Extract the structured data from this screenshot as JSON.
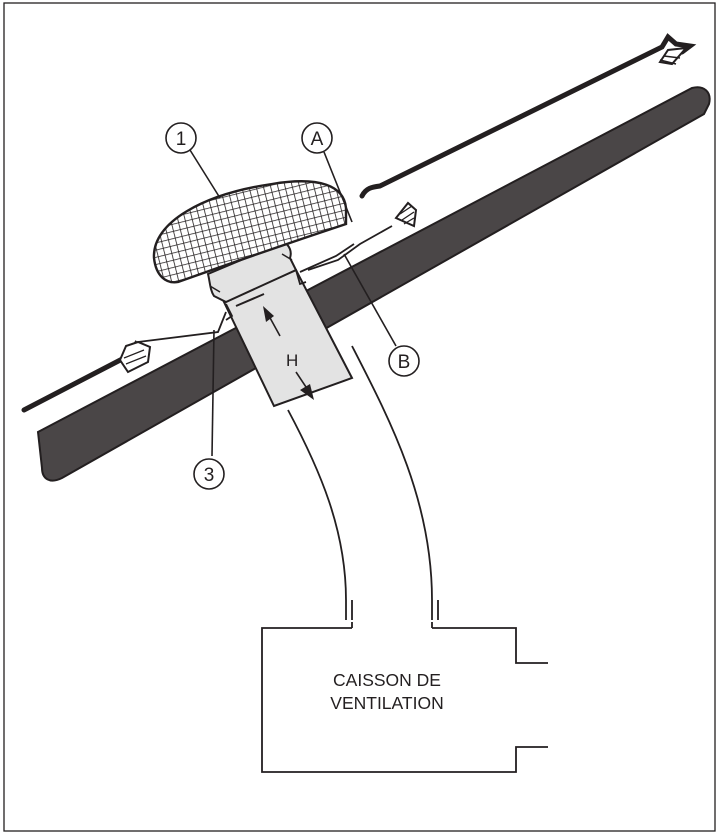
{
  "diagram": {
    "callouts": [
      {
        "id": "callout-1",
        "label": "1"
      },
      {
        "id": "callout-3",
        "label": "3"
      },
      {
        "id": "callout-a",
        "label": "A"
      },
      {
        "id": "callout-b",
        "label": "B"
      }
    ],
    "dimension_label": "H",
    "box_label_line1": "CAISSON DE",
    "box_label_line2": "VENTILATION",
    "colors": {
      "line": "#231f20",
      "roof_panel": "#4a4647",
      "pipe_fill": "#e3e3e3",
      "background": "#ffffff"
    }
  }
}
